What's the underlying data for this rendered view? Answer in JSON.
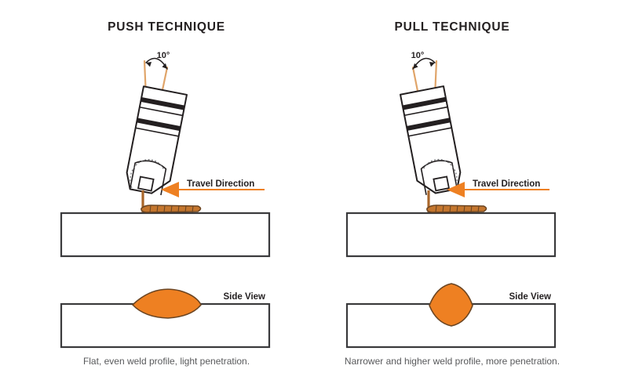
{
  "figure": {
    "title_left": "PUSH TECHNIQUE",
    "title_right": "PULL TECHNIQUE",
    "background_color": "#ffffff"
  },
  "colors": {
    "accent_orange": "#ee8022",
    "bead_outline": "#6b4522",
    "wire": "#e0a56a",
    "ink": "#231f20",
    "plate_stroke": "#3a3a3c",
    "caption_text": "#58595b"
  },
  "panels": [
    {
      "id": "push",
      "title": "PUSH TECHNIQUE",
      "angle_label": "10°",
      "travel_label": "Travel Direction",
      "side_view_label": "Side View",
      "caption": "Flat, even weld profile, light penetration.",
      "torch_tilt_degrees": 10,
      "torch_lean": "forward",
      "bead_profile": "flat-lens",
      "penetration": "light"
    },
    {
      "id": "pull",
      "title": "PULL TECHNIQUE",
      "angle_label": "10°",
      "travel_label": "Travel Direction",
      "side_view_label": "Side View",
      "caption": "Narrower and higher weld profile, more penetration.",
      "torch_tilt_degrees": 10,
      "torch_lean": "backward",
      "bead_profile": "narrow-tall-diamond",
      "penetration": "more"
    }
  ],
  "chart_data": {
    "type": "diagram",
    "title": "Push vs Pull Welding Technique",
    "comparison": [
      {
        "technique": "PUSH TECHNIQUE",
        "work_angle_degrees": 10,
        "travel_direction": "right to left",
        "weld_profile": "Flat, even weld profile, light penetration.",
        "bead_width": "wider",
        "bead_height": "lower",
        "penetration_depth": "light"
      },
      {
        "technique": "PULL TECHNIQUE",
        "work_angle_degrees": 10,
        "travel_direction": "right to left",
        "weld_profile": "Narrower and higher weld profile, more penetration.",
        "bead_width": "narrower",
        "bead_height": "higher",
        "penetration_depth": "more"
      }
    ]
  }
}
